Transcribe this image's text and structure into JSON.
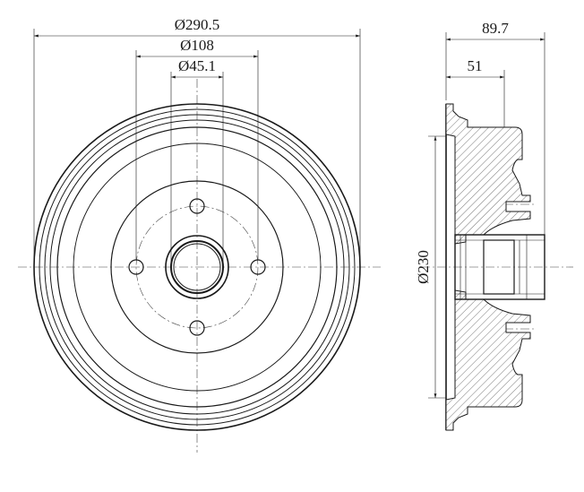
{
  "dimensions": {
    "drum_outer_diameter": "Ø290.5",
    "bolt_circle_diameter": "Ø108",
    "center_bore_diameter": "Ø45.1",
    "overall_width": "89.7",
    "hub_offset": "51",
    "braking_surface_diameter": "Ø230"
  },
  "colors": {
    "line": "#1a1a1a",
    "background": "#ffffff"
  }
}
